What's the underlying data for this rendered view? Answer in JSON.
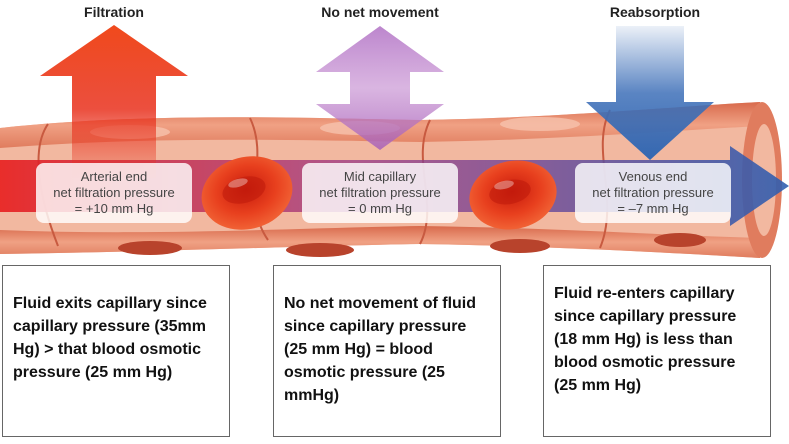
{
  "sections": [
    {
      "heading": "Filtration",
      "label": [
        "Arterial end",
        "net filtration pressure",
        "= +10 mm Hg"
      ],
      "note": "Fluid exits capillary since capillary pressure (35mm Hg) > that blood osmotic pressure (25 mm Hg)"
    },
    {
      "heading": "No net movement",
      "label": [
        "Mid capillary",
        "net filtration pressure",
        "= 0 mm Hg"
      ],
      "note": "No net movement of fluid since capillary pressure (25 mm Hg) = blood osmotic pressure (25 mmHg)"
    },
    {
      "heading": "Reabsorption",
      "label": [
        "Venous end",
        "net filtration pressure",
        "= –7 mm Hg"
      ],
      "note": "Fluid re-enters capillary since capillary pressure (18 mm Hg) is less than blood osmotic pressure (25 mm Hg)"
    }
  ],
  "colors": {
    "filtration_arrow": "#e8301c",
    "no_movement_arrow": "#a760b8",
    "reabsorption_arrow": "#3d6fb8",
    "vessel_wall": "#e98a6a",
    "vessel_lumen": "#f2b8a0",
    "blood_cell": "#e83a1e"
  },
  "icons": {
    "filtration": "up-arrow-icon",
    "no_movement": "double-arrow-icon",
    "reabsorption": "down-arrow-icon",
    "flow": "flow-arrow-icon",
    "cells": "red-blood-cell-icon"
  }
}
